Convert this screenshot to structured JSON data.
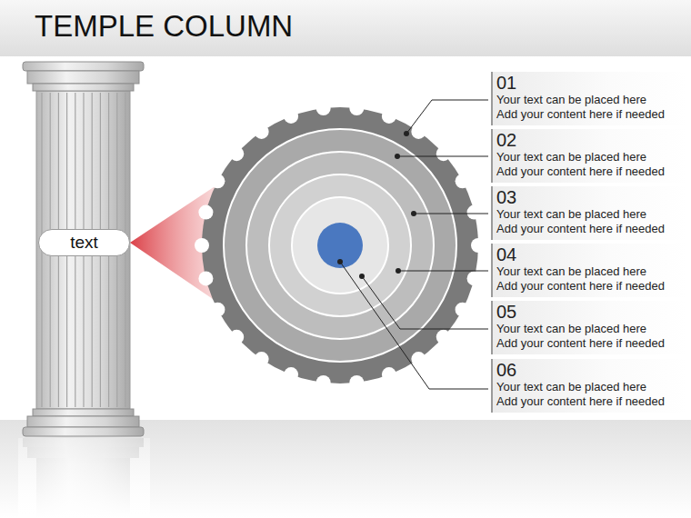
{
  "diagram": {
    "title": "TEMPLE COLUMN",
    "nodes": [
      {
        "text": [
          "text"
        ]
      },
      {
        "text": [
          "01",
          "Your text can be placed here",
          "Add your content here if needed"
        ]
      },
      {
        "text": [
          "02",
          "Your text can be placed here",
          "Add your content here if needed"
        ]
      },
      {
        "text": [
          "03",
          "Your text can be placed here",
          "Add your content here if needed"
        ]
      },
      {
        "text": [
          "04",
          "Your text can be placed here",
          "Add your content here if needed"
        ]
      },
      {
        "text": [
          "05",
          "Your text can be placed here",
          "Add your content here if needed"
        ]
      },
      {
        "text": [
          "06",
          "Your text can be placed here",
          "Add your content here if needed"
        ]
      }
    ]
  }
}
